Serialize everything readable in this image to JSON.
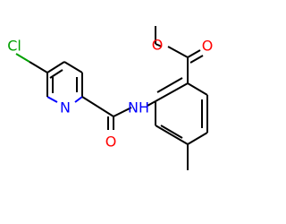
{
  "diagram": {
    "atoms": {
      "cl": "Cl",
      "pyridine_n": "N",
      "amide_nh": "NH",
      "amide_o": "O",
      "ester_o_single": "O",
      "ester_o_double": "O"
    },
    "colors": {
      "carbon_bonds": "#000000",
      "nitrogen": "#0000ff",
      "oxygen": "#ff0000",
      "chlorine": "#00a000"
    }
  }
}
